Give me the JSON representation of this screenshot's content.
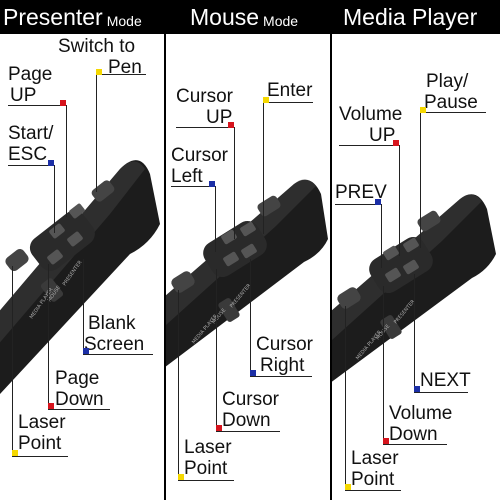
{
  "columns": {
    "presenter": {
      "title": "Presenter",
      "suffix": "Mode",
      "labels": {
        "switch_to_pen_1": "Switch to",
        "switch_to_pen_2": "Pen",
        "page_up_1": "Page",
        "page_up_2": "UP",
        "start_esc_1": "Start/",
        "start_esc_2": "ESC",
        "blank_screen_1": "Blank",
        "blank_screen_2": "Screen",
        "page_down_1": "Page",
        "page_down_2": "Down",
        "laser_point_1": "Laser",
        "laser_point_2": "Point"
      }
    },
    "mouse": {
      "title": "Mouse",
      "suffix": "Mode",
      "labels": {
        "cursor_up_1": "Cursor",
        "cursor_up_2": "UP",
        "enter": "Enter",
        "cursor_left_1": "Cursor",
        "cursor_left_2": "Left",
        "cursor_right_1": "Cursor",
        "cursor_right_2": "Right",
        "cursor_down_1": "Cursor",
        "cursor_down_2": "Down",
        "laser_point_1": "Laser",
        "laser_point_2": "Point"
      }
    },
    "media": {
      "title": "Media Player",
      "labels": {
        "play_pause_1": "Play/",
        "play_pause_2": "Pause",
        "volume_up_1": "Volume",
        "volume_up_2": "UP",
        "prev": "PREV",
        "next": "NEXT",
        "volume_down_1": "Volume",
        "volume_down_2": "Down",
        "laser_point_1": "Laser",
        "laser_point_2": "Point"
      }
    }
  },
  "remote_side_text": {
    "media_player": "MEDIA PLAYER",
    "mouse": "MOUSE",
    "presenter": "PRESENTER"
  },
  "colors": {
    "header_bg": "#000000",
    "header_text": "#ffffff",
    "tick_yellow": "#f5d800",
    "tick_red": "#d6141d",
    "tick_blue": "#1c2fa6",
    "remote_body": "#1c1c1c"
  }
}
